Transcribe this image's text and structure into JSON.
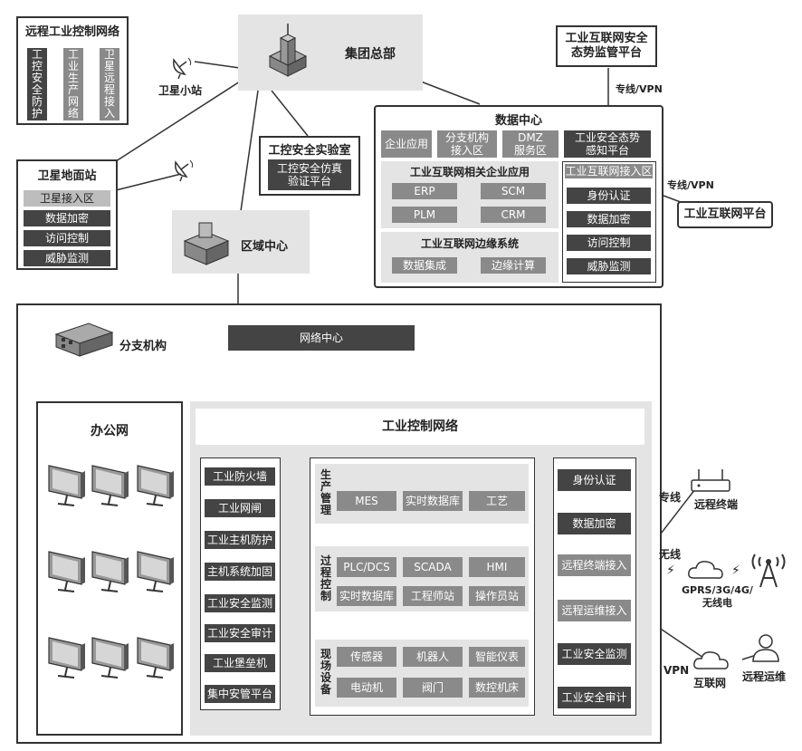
{
  "remote_industrial_network": {
    "title": "远程工业控制网络",
    "cols": [
      "工\n控\n安\n全\n防\n护",
      "工\n业\n生\n产\n网\n络",
      "卫\n星\n远\n程\n接\n入"
    ]
  },
  "satellite_small_station": "卫星小站",
  "hq": "集团总部",
  "ics_lab": {
    "title": "工控安全实验室",
    "platform": "工控安全仿真\n验证平台"
  },
  "satellite_ground_station": {
    "title": "卫星地面站",
    "items": [
      "卫星接入区",
      "数据加密",
      "访问控制",
      "威胁监测"
    ]
  },
  "regional_center": "区域中心",
  "iiot_platform_top": "工业互联网安全\n态势监管平台",
  "dedicated_vpn_1": "专线/VPN",
  "dedicated_vpn_2": "专线/VPN",
  "data_center": {
    "title": "数据中心",
    "top_boxes": [
      "企业应用",
      "分支机构\n接入区",
      "DMZ\n服务区",
      "工业安全态势\n感知平台"
    ],
    "iiot_apps": {
      "title": "工业互联网相关企业应用",
      "items": [
        "ERP",
        "SCM",
        "PLM",
        "CRM"
      ]
    },
    "edge": {
      "title": "工业互联网边缘系统",
      "items": [
        "数据集成",
        "边缘计算"
      ]
    },
    "access": {
      "title": "工业互联网接入区",
      "items": [
        "身份认证",
        "数据加密",
        "访问控制",
        "威胁监测"
      ]
    }
  },
  "iiot_platform": "工业互联网平台",
  "branch": {
    "title": "分支机构",
    "network_center": "网络中心"
  },
  "office_net": "办公网",
  "ics_network": {
    "title": "工业控制网络",
    "left_items": [
      "工业防火墙",
      "工业网闸",
      "工业主机防护",
      "主机系统加固",
      "工业安全监测",
      "工业安全审计",
      "工业堡垒机",
      "集中安管平台"
    ],
    "production_mgmt": {
      "label": "生\n产\n管\n理",
      "items": [
        "MES",
        "实时数据库",
        "工艺"
      ]
    },
    "process_control": {
      "label": "过\n程\n控\n制",
      "items": [
        "PLC/DCS",
        "SCADA",
        "HMI",
        "实时数据库",
        "工程师站",
        "操作员站"
      ]
    },
    "field_devices": {
      "label": "现\n场\n设\n备",
      "items": [
        "传感器",
        "机器人",
        "智能仪表",
        "电动机",
        "阀门",
        "数控机床"
      ]
    },
    "right_items": [
      "身份认证",
      "数据加密",
      "远程终端接入",
      "远程运维接入",
      "工业安全监测",
      "工业安全审计"
    ]
  },
  "right_side": {
    "dedicated": "专线",
    "remote_terminal": "远程终端",
    "wireless": "无线",
    "wireless_types": "GPRS/3G/4G/\n无线电",
    "vpn": "VPN",
    "internet": "互联网",
    "remote_ops": "远程运维"
  }
}
